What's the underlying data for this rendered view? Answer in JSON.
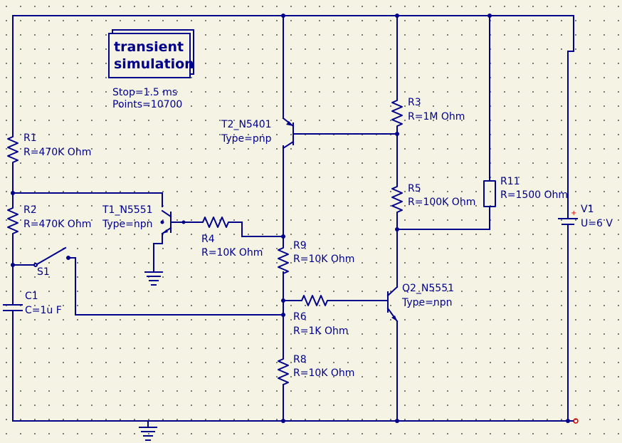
{
  "simulation": {
    "title_line1": "transient",
    "title_line2": "simulation",
    "stop": "Stop=1.5 ms",
    "points": "Points=10700"
  },
  "components": {
    "R1": {
      "name": "R1",
      "value": "R=470K Ohm"
    },
    "R2": {
      "name": "R2",
      "value": "R=470K Ohm"
    },
    "S1": {
      "name": "S1"
    },
    "C1": {
      "name": "C1",
      "value": "C=1u F"
    },
    "T1": {
      "name": "T1_N5551",
      "type": "Type=npn"
    },
    "R4": {
      "name": "R4",
      "value": "R=10K Ohm"
    },
    "T2": {
      "name": "T2_N5401",
      "type": "Type=pnp"
    },
    "R9": {
      "name": "R9",
      "value": "R=10K Ohm"
    },
    "R6": {
      "name": "R6",
      "value": "R=1K Ohm"
    },
    "R8": {
      "name": "R8",
      "value": "R=10K Ohm"
    },
    "R3": {
      "name": "R3",
      "value": "R=1M Ohm"
    },
    "R5": {
      "name": "R5",
      "value": "R=100K Ohm"
    },
    "R11": {
      "name": "R11",
      "value": "R=1500 Ohm"
    },
    "Q2": {
      "name": "Q2_N5551",
      "type": "Type=npn"
    },
    "V1": {
      "name": "V1",
      "value": "U=6 V"
    }
  },
  "colors": {
    "wire": "#00008b",
    "background": "#f5f3e4",
    "grid_dot": "#5a5a5a",
    "polarity_plus": "#cc0000",
    "port_marker": "#cc0000"
  }
}
